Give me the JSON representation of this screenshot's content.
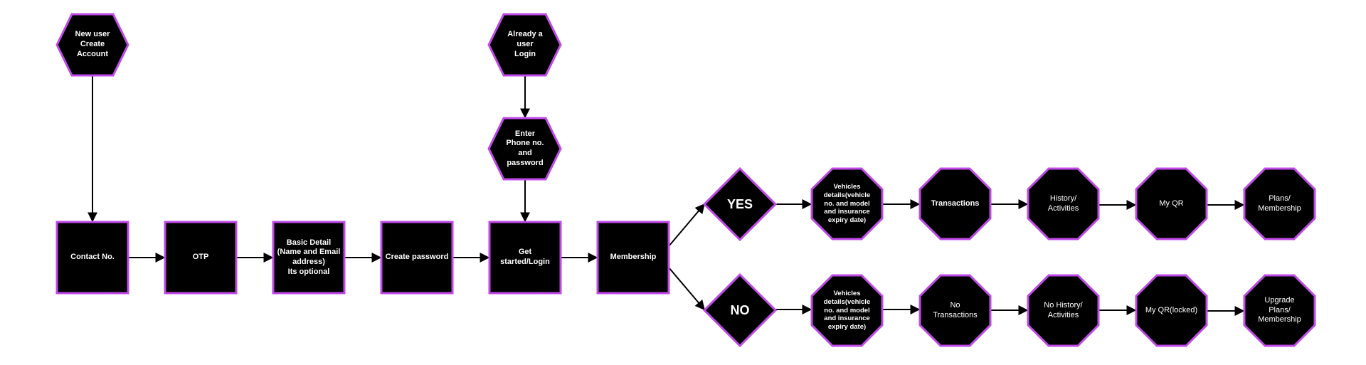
{
  "colors": {
    "node_fill": "#000000",
    "node_border": "#c04ae8",
    "edge": "#000000",
    "text": "#ffffff",
    "background": "#ffffff"
  },
  "nodes": {
    "new_user": "New user\nCreate\nAccount",
    "already_user": "Already a\nuser\nLogin",
    "enter_phone": "Enter\nPhone no.\nand\npassword",
    "contact": "Contact No.",
    "otp": "OTP",
    "basic_detail": "Basic Detail\n(Name and Email\naddress)\nIts optional",
    "create_password": "Create password",
    "get_started": "Get\nstarted/Login",
    "membership": "Membership",
    "yes": "YES",
    "no": "NO",
    "vehicles_yes": "Vehicles\ndetails(vehicle\nno. and model\nand insurance\nexpiry date)",
    "vehicles_no": "Vehicles\ndetails(vehicle\nno. and model\nand insurance\nexpiry date)",
    "transactions": "Transactions",
    "no_transactions": "No\nTransactions",
    "history": "History/\nActivities",
    "no_history": "No History/\nActivities",
    "my_qr": "My QR",
    "my_qr_locked": "My QR(locked)",
    "plans": "Plans/\nMembership",
    "upgrade_plans": "Upgrade\nPlans/\nMembership"
  }
}
